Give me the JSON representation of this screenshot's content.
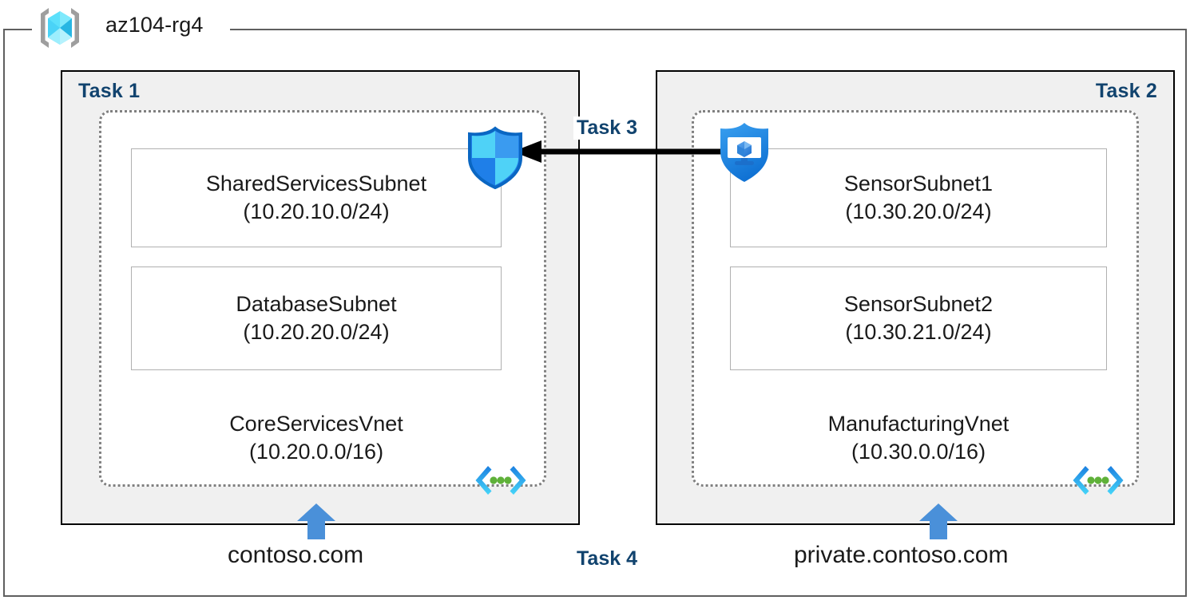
{
  "resource_group": {
    "icon": "azure-resource-group-cube-icon",
    "name": "az104-rg4"
  },
  "panels": [
    {
      "label": "Task 1",
      "label_align": "left",
      "vnet": {
        "name": "CoreServicesVnet",
        "cidr": "(10.20.0.0/16)",
        "icon": "virtual-network-icon",
        "subnets": [
          {
            "name": "SharedServicesSubnet",
            "cidr": "(10.20.10.0/24)"
          },
          {
            "name": "DatabaseSubnet",
            "cidr": "(10.20.20.0/24)"
          }
        ]
      },
      "dns": {
        "zone": "contoso.com",
        "arrow": "up-arrow-icon"
      }
    },
    {
      "label": "Task 2",
      "label_align": "right",
      "vnet": {
        "name": "ManufacturingVnet",
        "cidr": "(10.30.0.0/16)",
        "icon": "virtual-network-icon",
        "subnets": [
          {
            "name": "SensorSubnet1",
            "cidr": "(10.30.20.0/24)"
          },
          {
            "name": "SensorSubnet2",
            "cidr": "(10.30.21.0/24)"
          }
        ]
      },
      "dns": {
        "zone": "private.contoso.com",
        "arrow": "up-arrow-icon"
      }
    }
  ],
  "connection": {
    "label": "Task 3",
    "direction": "right-to-left",
    "from_icon": "vm-shield-icon",
    "to_icon": "security-shield-icon"
  },
  "dns_task": {
    "label": "Task 4"
  },
  "colors": {
    "task_label": "#11436e",
    "panel_fill": "#f0f0f0",
    "panel_border": "#000000",
    "vnet_border": "#808080",
    "subnet_border": "#b0b0b0",
    "frame_border": "#5f5f5f",
    "arrow_blue": "#4a90d9",
    "arrow_black": "#000000",
    "icon_cyan": "#4fd2f7",
    "icon_blue": "#1b8bed",
    "icon_green": "#5fb139",
    "text": "#1a1a1a"
  }
}
